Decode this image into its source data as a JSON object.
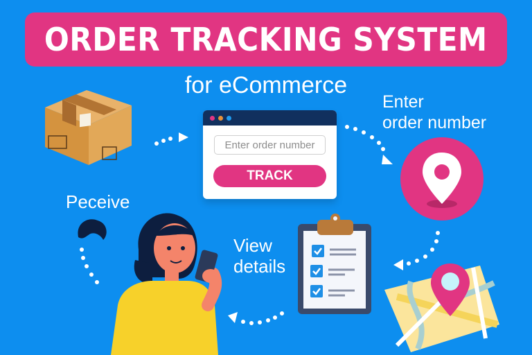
{
  "header": {
    "title": "ORDER TRACKING SYSTEM",
    "subtitle": "for eCommerce"
  },
  "steps": {
    "receive_label": "Peceive",
    "enter_label_line1": "Enter",
    "enter_label_line2": "order number",
    "view_label_line1": "View",
    "view_label_line2": "details"
  },
  "tracker_window": {
    "input_placeholder": "Enter order number",
    "button_label": "TRACK"
  },
  "icons": [
    "package-box-icon",
    "location-pin-icon",
    "clipboard-checklist-icon",
    "map-pin-icon",
    "person-with-phone-illustration",
    "dotted-arrow-icon"
  ],
  "colors": {
    "background": "#0d8eef",
    "accent_pink": "#e13582",
    "window_bar": "#11305e",
    "box": "#d89a4e",
    "shirt": "#f7d12a"
  }
}
